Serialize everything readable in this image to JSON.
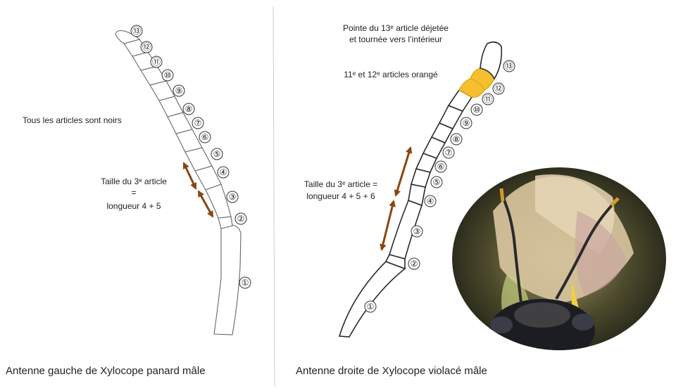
{
  "left_panel": {
    "note": "Tous les articles sont noirs",
    "size_rule": [
      "Taille du 3ᵉ article",
      "=",
      "longueur 4 + 5"
    ],
    "caption": "Antenne gauche de Xylocope panard mâle",
    "numbers": [
      "⑬",
      "⑫",
      "⑪",
      "⑩",
      "⑨",
      "⑧",
      "⑦",
      "⑥",
      "⑤",
      "④",
      "③",
      "②",
      "①"
    ]
  },
  "right_panel": {
    "tip_note": [
      "Pointe du 13ᵉ article déjetée",
      "et tournée vers l’intérieur"
    ],
    "orange_note": "11ᵉ et 12ᵉ articles orangé",
    "size_rule": [
      "Taille du 3ᵉ article =",
      "longueur 4 + 5 + 6"
    ],
    "caption": "Antenne droite de Xylocope violacé mâle",
    "numbers": [
      "⑬",
      "⑫",
      "⑪",
      "⑩",
      "⑨",
      "⑧",
      "⑦",
      "⑥",
      "⑤",
      "④",
      "③",
      "②",
      "①"
    ]
  },
  "colors": {
    "arrow": "#8b4512",
    "orange_segments": "#f5c030",
    "divider": "#cccccc"
  }
}
